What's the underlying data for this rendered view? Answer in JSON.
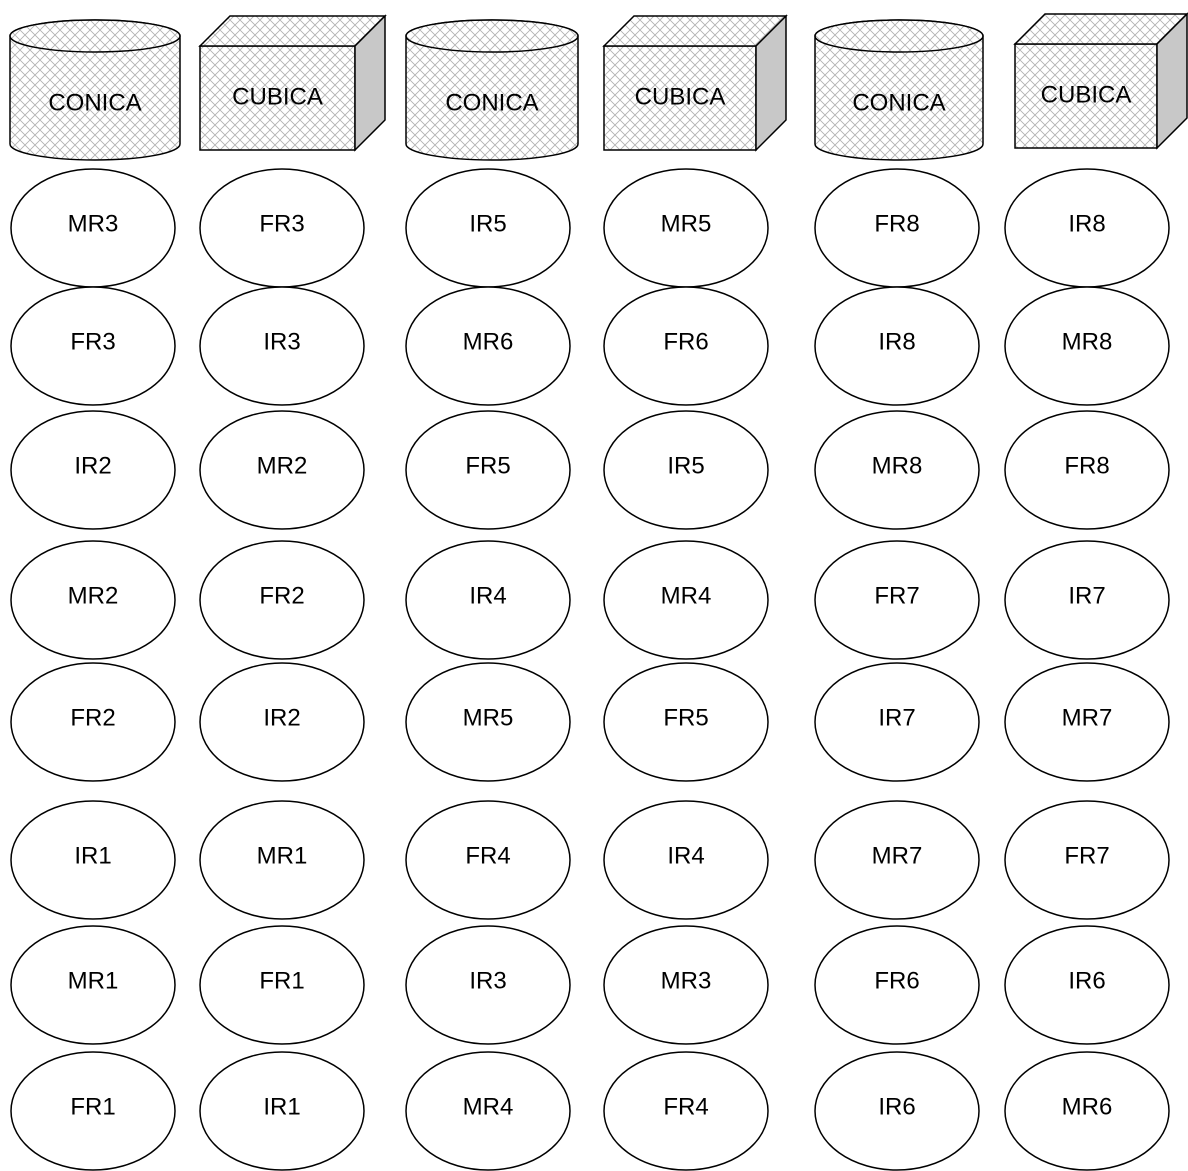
{
  "containers": [
    {
      "shape": "cylinder",
      "label": "CONICA"
    },
    {
      "shape": "cube",
      "label": "CUBICA"
    },
    {
      "shape": "cylinder",
      "label": "CONICA"
    },
    {
      "shape": "cube",
      "label": "CUBICA"
    },
    {
      "shape": "cylinder",
      "label": "CONICA"
    },
    {
      "shape": "cube",
      "label": "CUBICA"
    }
  ],
  "rows": [
    [
      "MR3",
      "FR3",
      "IR5",
      "MR5",
      "FR8",
      "IR8"
    ],
    [
      "FR3",
      "IR3",
      "MR6",
      "FR6",
      "IR8",
      "MR8"
    ],
    [
      "IR2",
      "MR2",
      "FR5",
      "IR5",
      "MR8",
      "FR8"
    ],
    [
      "MR2",
      "FR2",
      "IR4",
      "MR4",
      "FR7",
      "IR7"
    ],
    [
      "FR2",
      "IR2",
      "MR5",
      "FR5",
      "IR7",
      "MR7"
    ],
    [
      "IR1",
      "MR1",
      "FR4",
      "IR4",
      "MR7",
      "FR7"
    ],
    [
      "MR1",
      "FR1",
      "IR3",
      "MR3",
      "FR6",
      "IR6"
    ],
    [
      "FR1",
      "IR1",
      "MR4",
      "FR4",
      "IR6",
      "MR6"
    ]
  ],
  "colors": {
    "stroke": "#000000",
    "fill": "#ffffff",
    "hatch": "#b0b0b0",
    "cube_side": "#c8c8c8"
  }
}
